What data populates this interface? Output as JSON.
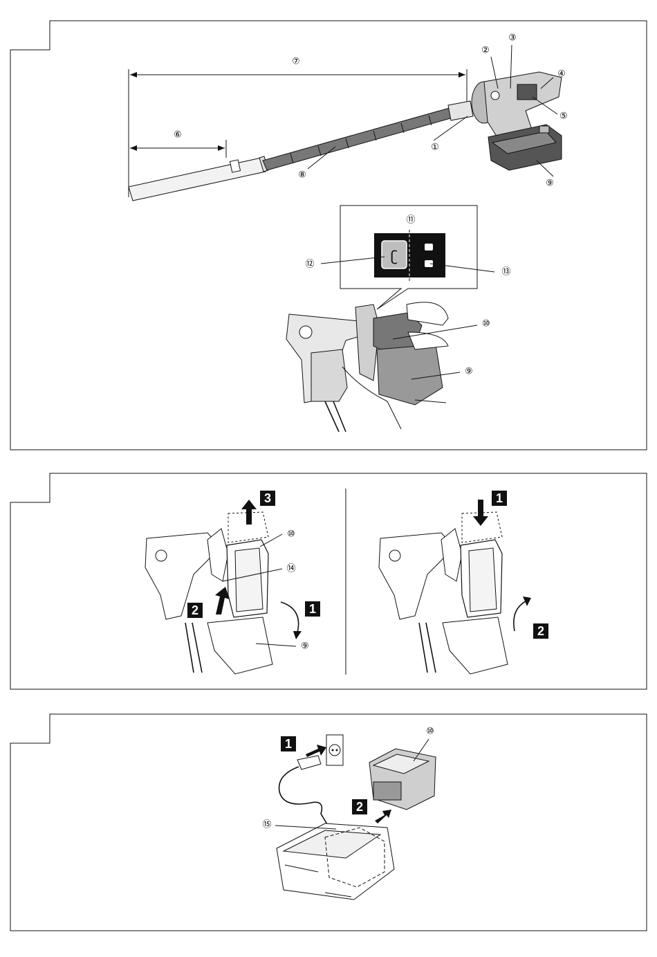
{
  "figure1": {
    "callouts": [
      "①",
      "②",
      "③",
      "④",
      "⑤",
      "⑥",
      "⑦",
      "⑧",
      "⑨",
      "⑩",
      "⑪",
      "⑫",
      "⑬",
      "⑨"
    ]
  },
  "figure2": {
    "left_steps": [
      "3",
      "2",
      "1"
    ],
    "left_callouts": [
      "⑩",
      "⑭",
      "⑨"
    ],
    "right_steps": [
      "1",
      "2"
    ]
  },
  "figure3": {
    "steps": [
      "1",
      "2"
    ],
    "callouts": [
      "⑩",
      "⑮"
    ]
  }
}
